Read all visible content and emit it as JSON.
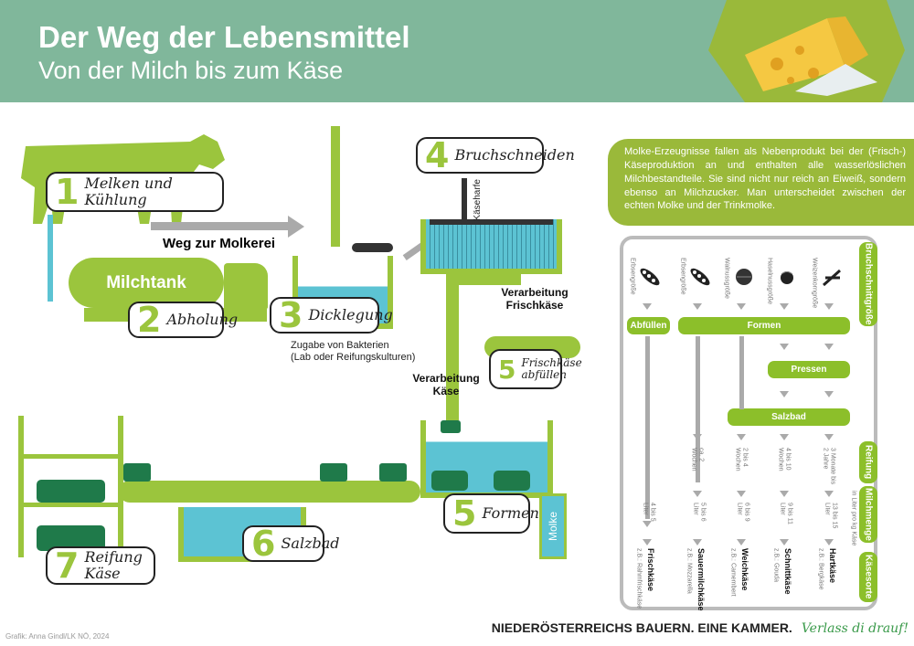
{
  "header": {
    "title": "Der Weg der Lebensmittel",
    "subtitle": "Von der Milch bis zum Käse"
  },
  "steps": [
    {
      "num": "1",
      "label": "Melken und Kühlung"
    },
    {
      "num": "2",
      "label": "Abholung"
    },
    {
      "num": "3",
      "label": "Dicklegung"
    },
    {
      "num": "4",
      "label": "Bruchschneiden"
    },
    {
      "num": "5",
      "label": "Frischkäse abfüllen"
    },
    {
      "num": "5",
      "label": "Formen"
    },
    {
      "num": "6",
      "label": "Salzbad"
    },
    {
      "num": "7",
      "label": "Reifung Käse"
    }
  ],
  "illustration": {
    "tank": "Milchtank",
    "route": "Weg zur Molkerei",
    "bacteria_note_1": "Zugabe von Bakterien",
    "bacteria_note_2": "(Lab oder Reifungskulturen)",
    "harp": "Käseharfe",
    "fresh_processing": "Verarbeitung Frischkäse",
    "cheese_processing": "Verarbeitung Käse",
    "whey": "Molke"
  },
  "info": "Molke-Erzeugnisse fallen als Nebenprodukt bei der (Frisch-) Käseproduktion an und enthalten alle wasserlöslichen Milchbestandteile. Sie sind nicht nur reich an Eiweiß, sondern ebenso an Milchzucker. Man unterscheidet zwischen der echten Molke und der Trinkmolke.",
  "panel": {
    "row_labels": {
      "size": "Bruchschnittgröße",
      "ripening": "Reifung",
      "milk": "Milchmenge",
      "milk_unit": "in Liter pro kg Käse",
      "type": "Käsesorte"
    },
    "steps": {
      "fill": "Abfüllen",
      "form": "Formen",
      "press": "Pressen",
      "salt": "Salzbad"
    },
    "columns": [
      {
        "size": "Erbsengröße",
        "icon": "pea-pod",
        "ripening": "",
        "milk": "4 bis 5 Liter",
        "type": "Frischkäse",
        "example": "z.B.: Rahmfrischkäse"
      },
      {
        "size": "Erbsengröße",
        "icon": "pea-pod",
        "ripening": "ca. 2 Wochen",
        "milk": "5 bis 6 Liter",
        "type": "Sauermilchkäse",
        "example": "z.B.: Mozzarella"
      },
      {
        "size": "Walnussgröße",
        "icon": "walnut",
        "ripening": "2 bis 4 Wochen",
        "milk": "6 bis 9 Liter",
        "type": "Weichkäse",
        "example": "z.B.: Camembert"
      },
      {
        "size": "Haselnussgröße",
        "icon": "hazelnut",
        "ripening": "4 bis 10 Wochen",
        "milk": "9 bis 11 Liter",
        "type": "Schnittkäse",
        "example": "z.B.: Gouda"
      },
      {
        "size": "Weizenkorngröße",
        "icon": "wheat",
        "ripening": "3 Monate bis 2 Jahre",
        "milk": "13 bis 15 Liter",
        "type": "Hartkäse",
        "example": "z.B.: Bergkäse"
      }
    ]
  },
  "footer": {
    "claim": "NIEDERÖSTERREICHS BAUERN. EINE KAMMER.",
    "slogan": "Verlass di drauf!",
    "credit": "Grafik: Anna Gindl/LK NÖ, 2024"
  },
  "colors": {
    "header": "#80b79b",
    "lime": "#8cbf2a",
    "dark_green": "#1f7a4a",
    "water": "#5cc3d3"
  }
}
